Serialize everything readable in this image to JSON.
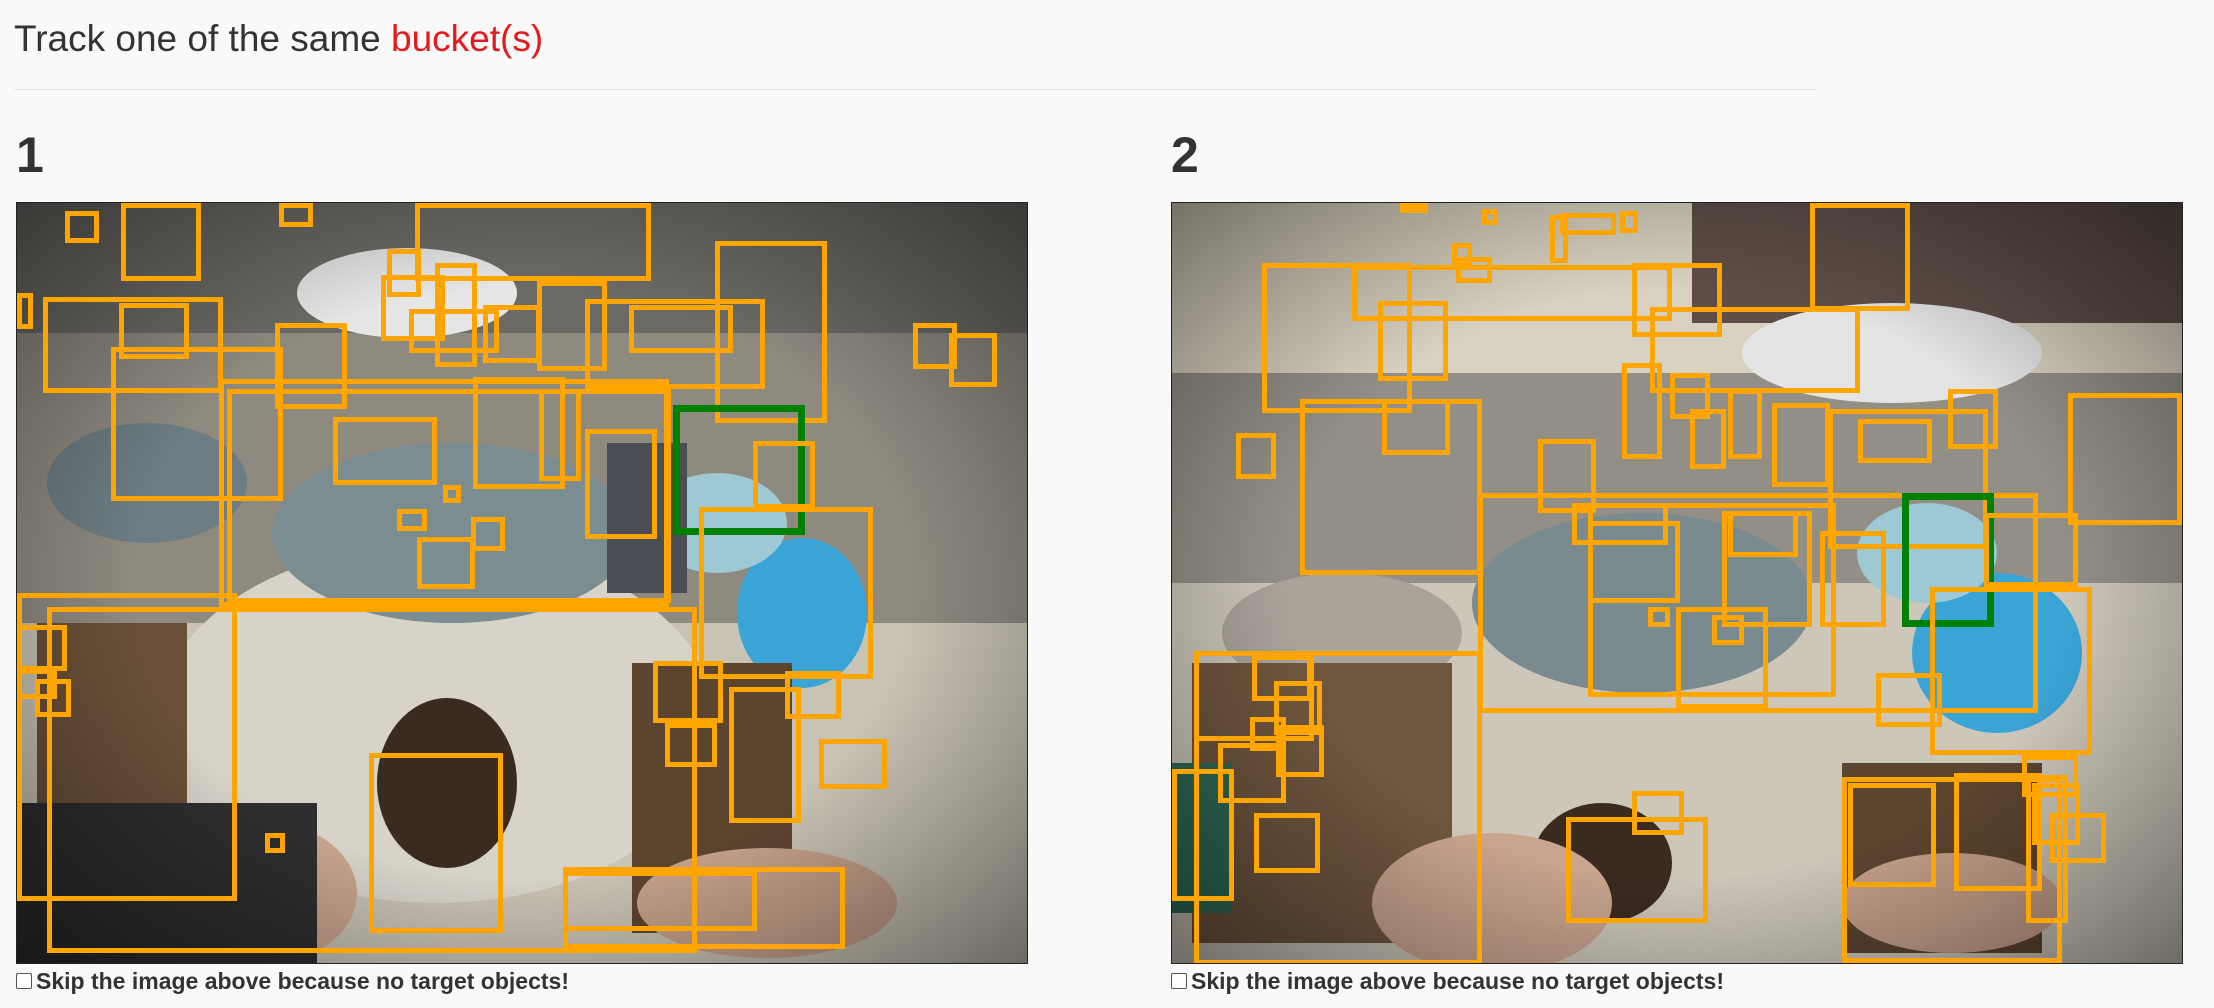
{
  "header": {
    "prefix": "Track one of the same ",
    "target": "bucket(s)",
    "target_color": "#e41a1c"
  },
  "colors": {
    "box_default": "#ffa500",
    "box_selected": "#008000"
  },
  "panels": [
    {
      "number": "1",
      "skip_label": "Skip the image above because no target objects!",
      "skip_checked": false
    },
    {
      "number": "2",
      "skip_label": "Skip the image above because no target objects!",
      "skip_checked": false
    }
  ]
}
